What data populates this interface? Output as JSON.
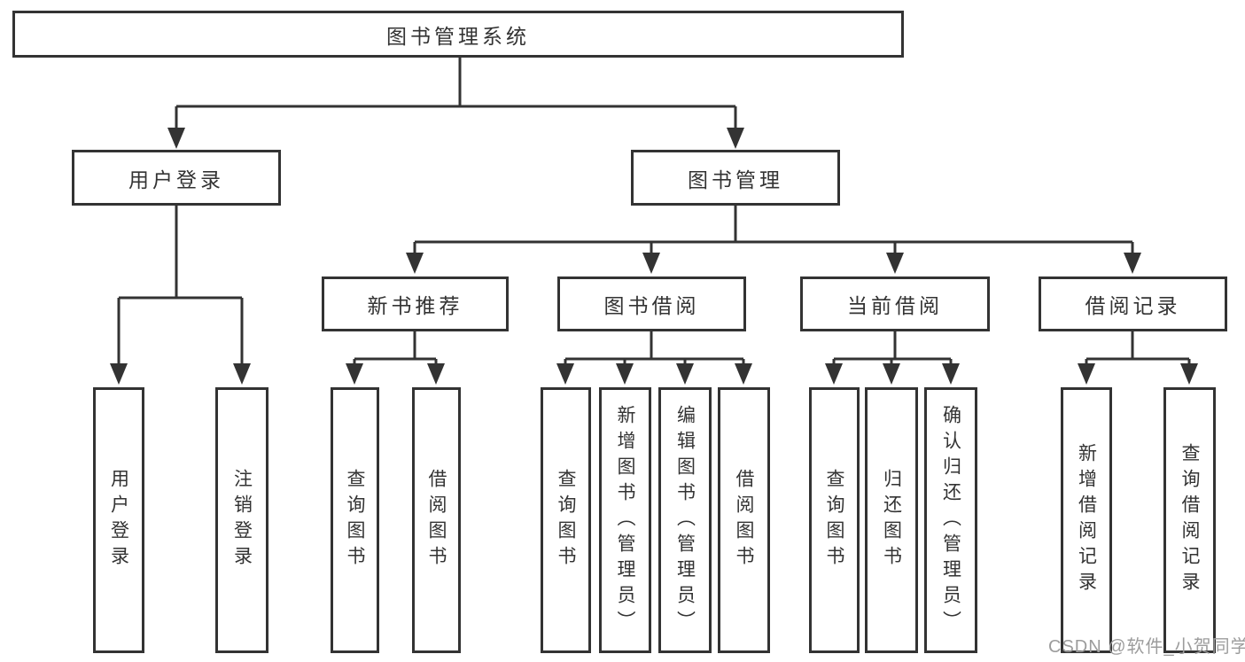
{
  "diagram_title": "图书管理系统",
  "tree": {
    "label": "图书管理系统",
    "children": [
      {
        "label": "用户登录",
        "children": [
          {
            "label": "用户登录"
          },
          {
            "label": "注销登录"
          }
        ]
      },
      {
        "label": "图书管理",
        "children": [
          {
            "label": "新书推荐",
            "children": [
              {
                "label": "查询图书"
              },
              {
                "label": "借阅图书"
              }
            ]
          },
          {
            "label": "图书借阅",
            "children": [
              {
                "label": "查询图书"
              },
              {
                "label": "新增图书（管理员）"
              },
              {
                "label": "编辑图书（管理员）"
              },
              {
                "label": "借阅图书"
              }
            ]
          },
          {
            "label": "当前借阅",
            "children": [
              {
                "label": "查询图书"
              },
              {
                "label": "归还图书"
              },
              {
                "label": "确认归还（管理员）"
              }
            ]
          },
          {
            "label": "借阅记录",
            "children": [
              {
                "label": "新增借阅记录"
              },
              {
                "label": "查询借阅记录"
              }
            ]
          }
        ]
      }
    ]
  },
  "watermark": {
    "text": "CSDN @软件_小贺同学"
  },
  "colors": {
    "line": "#333333",
    "box_border": "#333333",
    "text": "#333333",
    "background": "#ffffff",
    "watermark": "#9c9c9c"
  }
}
